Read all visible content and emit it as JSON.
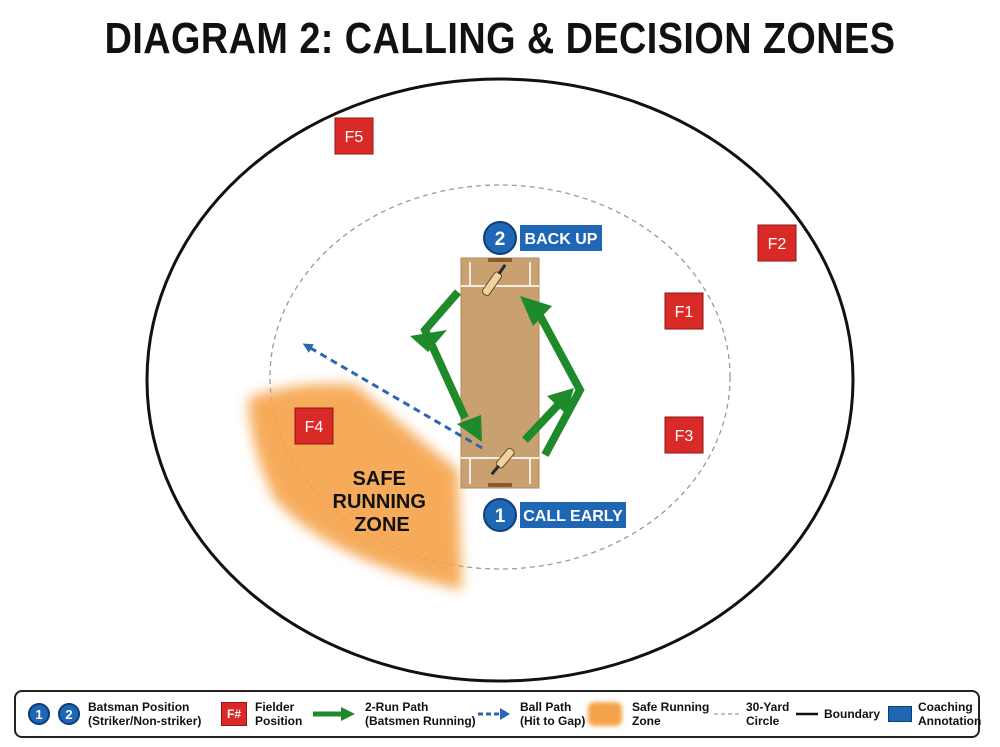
{
  "title": "DIAGRAM 2: CALLING & DECISION ZONES",
  "batsmen": [
    {
      "number": "1",
      "annotation": "CALL EARLY"
    },
    {
      "number": "2",
      "annotation": "BACK UP"
    }
  ],
  "fielders": [
    "F1",
    "F2",
    "F3",
    "F4",
    "F5"
  ],
  "zone_label": [
    "SAFE",
    "RUNNING",
    "ZONE"
  ],
  "legend": {
    "batsman": {
      "n1": "1",
      "n2": "2",
      "line1": "Batsman Position",
      "line2": "(Striker/Non-striker)"
    },
    "fielder": {
      "badge": "F#",
      "line1": "Fielder",
      "line2": "Position"
    },
    "run_path": {
      "line1": "2-Run Path",
      "line2": "(Batsmen Running)"
    },
    "ball_path": {
      "line1": "Ball Path",
      "line2": "(Hit to Gap)"
    },
    "safe_zone": {
      "line1": "Safe Running",
      "line2": "Zone"
    },
    "circle": {
      "line1": "30-Yard",
      "line2": "Circle"
    },
    "boundary": {
      "line1": "Boundary"
    },
    "annotation": {
      "line1": "Coaching",
      "line2": "Annotation"
    }
  },
  "colors": {
    "fielder": "#d92a27",
    "batsman": "#1f66b5",
    "run_path": "#1f8a2a",
    "ball_path": "#2a67b0",
    "safe_zone": "#f5a34a",
    "pitch": "#c9a070",
    "boundary": "#111111",
    "circle": "#9a9a9a"
  }
}
